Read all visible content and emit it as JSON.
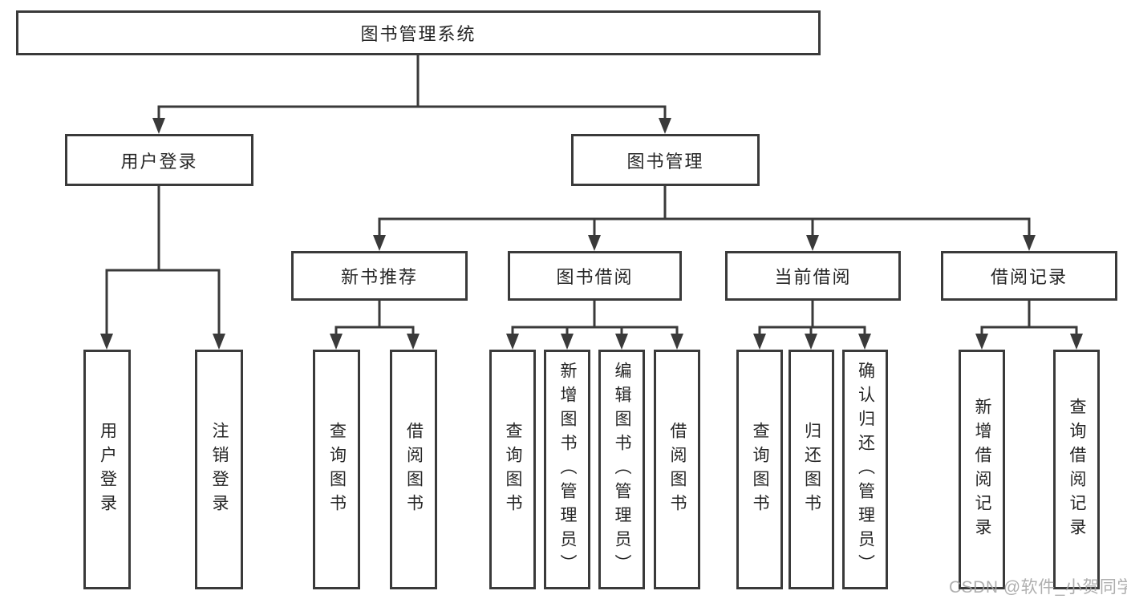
{
  "diagram": {
    "type": "tree-diagram",
    "colors": {
      "line": "#3a3a3a",
      "border": "#3a3a3a",
      "text": "#262626",
      "background": "#ffffff",
      "watermark": "#a4a4a4"
    },
    "watermark": {
      "text": "CSDN @软件_小贺同学"
    },
    "nodes": {
      "root": {
        "label": "图书管理系统"
      },
      "level2": [
        {
          "label": "用户登录"
        },
        {
          "label": "图书管理"
        }
      ],
      "level3": [
        {
          "label": "新书推荐"
        },
        {
          "label": "图书借阅"
        },
        {
          "label": "当前借阅"
        },
        {
          "label": "借阅记录"
        }
      ],
      "leaves": {
        "user_login": [
          {
            "label": "用户登录"
          },
          {
            "label": "注销登录"
          }
        ],
        "new_book": [
          {
            "label": "查询图书"
          },
          {
            "label": "借阅图书"
          }
        ],
        "book_borrow": [
          {
            "label": "查询图书"
          },
          {
            "label": "新增图书（管理员）"
          },
          {
            "label": "编辑图书（管理员）"
          },
          {
            "label": "借阅图书"
          }
        ],
        "current_borrow": [
          {
            "label": "查询图书"
          },
          {
            "label": "归还图书"
          },
          {
            "label": "确认归还（管理员）"
          }
        ],
        "borrow_record": [
          {
            "label": "新增借阅记录"
          },
          {
            "label": "查询借阅记录"
          }
        ]
      }
    }
  }
}
